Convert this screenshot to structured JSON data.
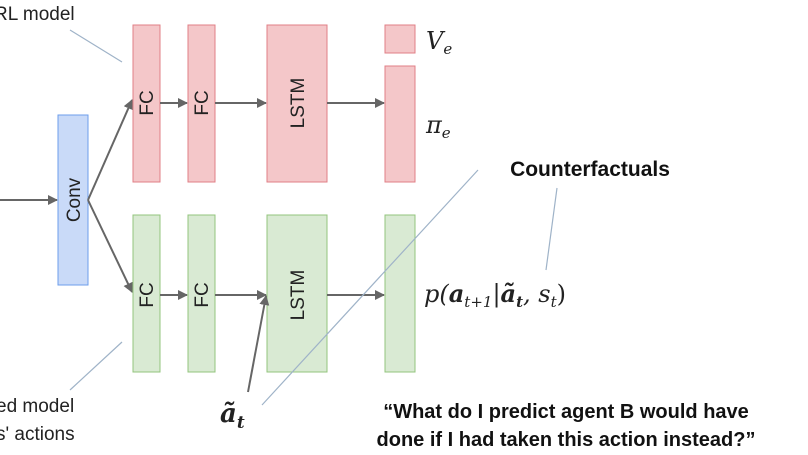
{
  "colors": {
    "rl_fill": "#f4c7c9",
    "rl_stroke": "#e07f86",
    "sup_fill": "#d9ead3",
    "sup_stroke": "#93c47d",
    "conv_fill": "#c9daf8",
    "conv_stroke": "#6d9eeb",
    "arrow": "#666666",
    "pointer": "#9fb3c8"
  },
  "labels": {
    "rl_model_caption": "RL model",
    "supervised_caption_line1": "ed model",
    "supervised_caption_line2": "s' actions",
    "conv": "Conv",
    "fc": "FC",
    "lstm": "LSTM",
    "counterfactuals": "Counterfactuals",
    "quote_line1": "“What do I predict agent B would have",
    "quote_line2": "done if I had taken this action instead?”"
  },
  "math": {
    "value_symbol": "V",
    "value_sub": "e",
    "policy_symbol": "π",
    "policy_sub": "e",
    "pred_open": "p(",
    "pred_a": "a",
    "pred_t1": "t+1",
    "pred_bar": "|",
    "pred_atilde": "ã",
    "pred_t": "t",
    "pred_comma": ", s",
    "pred_close": ")",
    "input_symbol": "ã",
    "input_sub": "t"
  }
}
